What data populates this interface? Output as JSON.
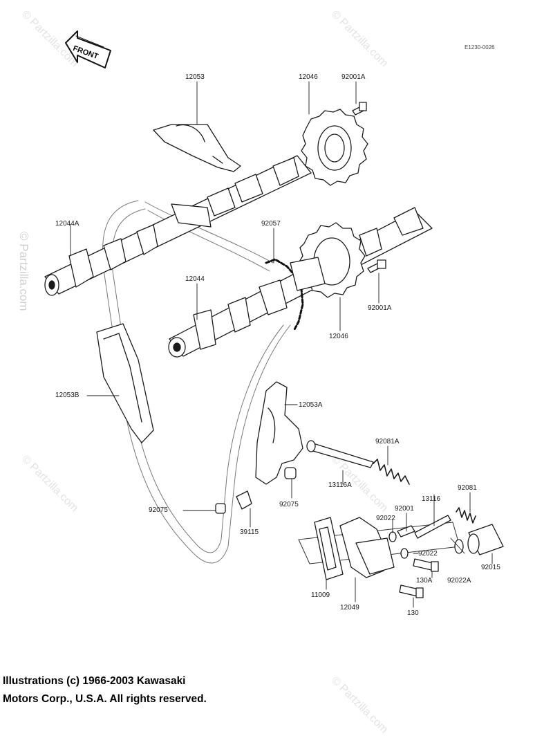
{
  "front_badge": "FRONT",
  "reference_code": "E1230-0026",
  "watermark": "© Partzilla.com",
  "labels": {
    "p12053": "12053",
    "p12046_top": "12046",
    "p92001A_top": "92001A",
    "p12044A": "12044A",
    "p92057": "92057",
    "p12044": "12044",
    "p92001A_mid": "92001A",
    "p12046_mid": "12046",
    "p12053B": "12053B",
    "p12053A": "12053A",
    "p92081A": "92081A",
    "p13116A": "13116A",
    "p92075_right": "92075",
    "p92075_left": "92075",
    "p39115": "39115",
    "p13116": "13116",
    "p92081": "92081",
    "p92001": "92001",
    "p92022_top": "92022",
    "p92022_mid": "92022",
    "p92015": "92015",
    "p130A": "130A",
    "p92022A": "92022A",
    "p11009": "11009",
    "p12049": "12049",
    "p130": "130"
  },
  "copyright": {
    "line1": "Illustrations (c) 1966-2003 Kawasaki",
    "line2": "Motors Corp., U.S.A.  All rights reserved."
  }
}
